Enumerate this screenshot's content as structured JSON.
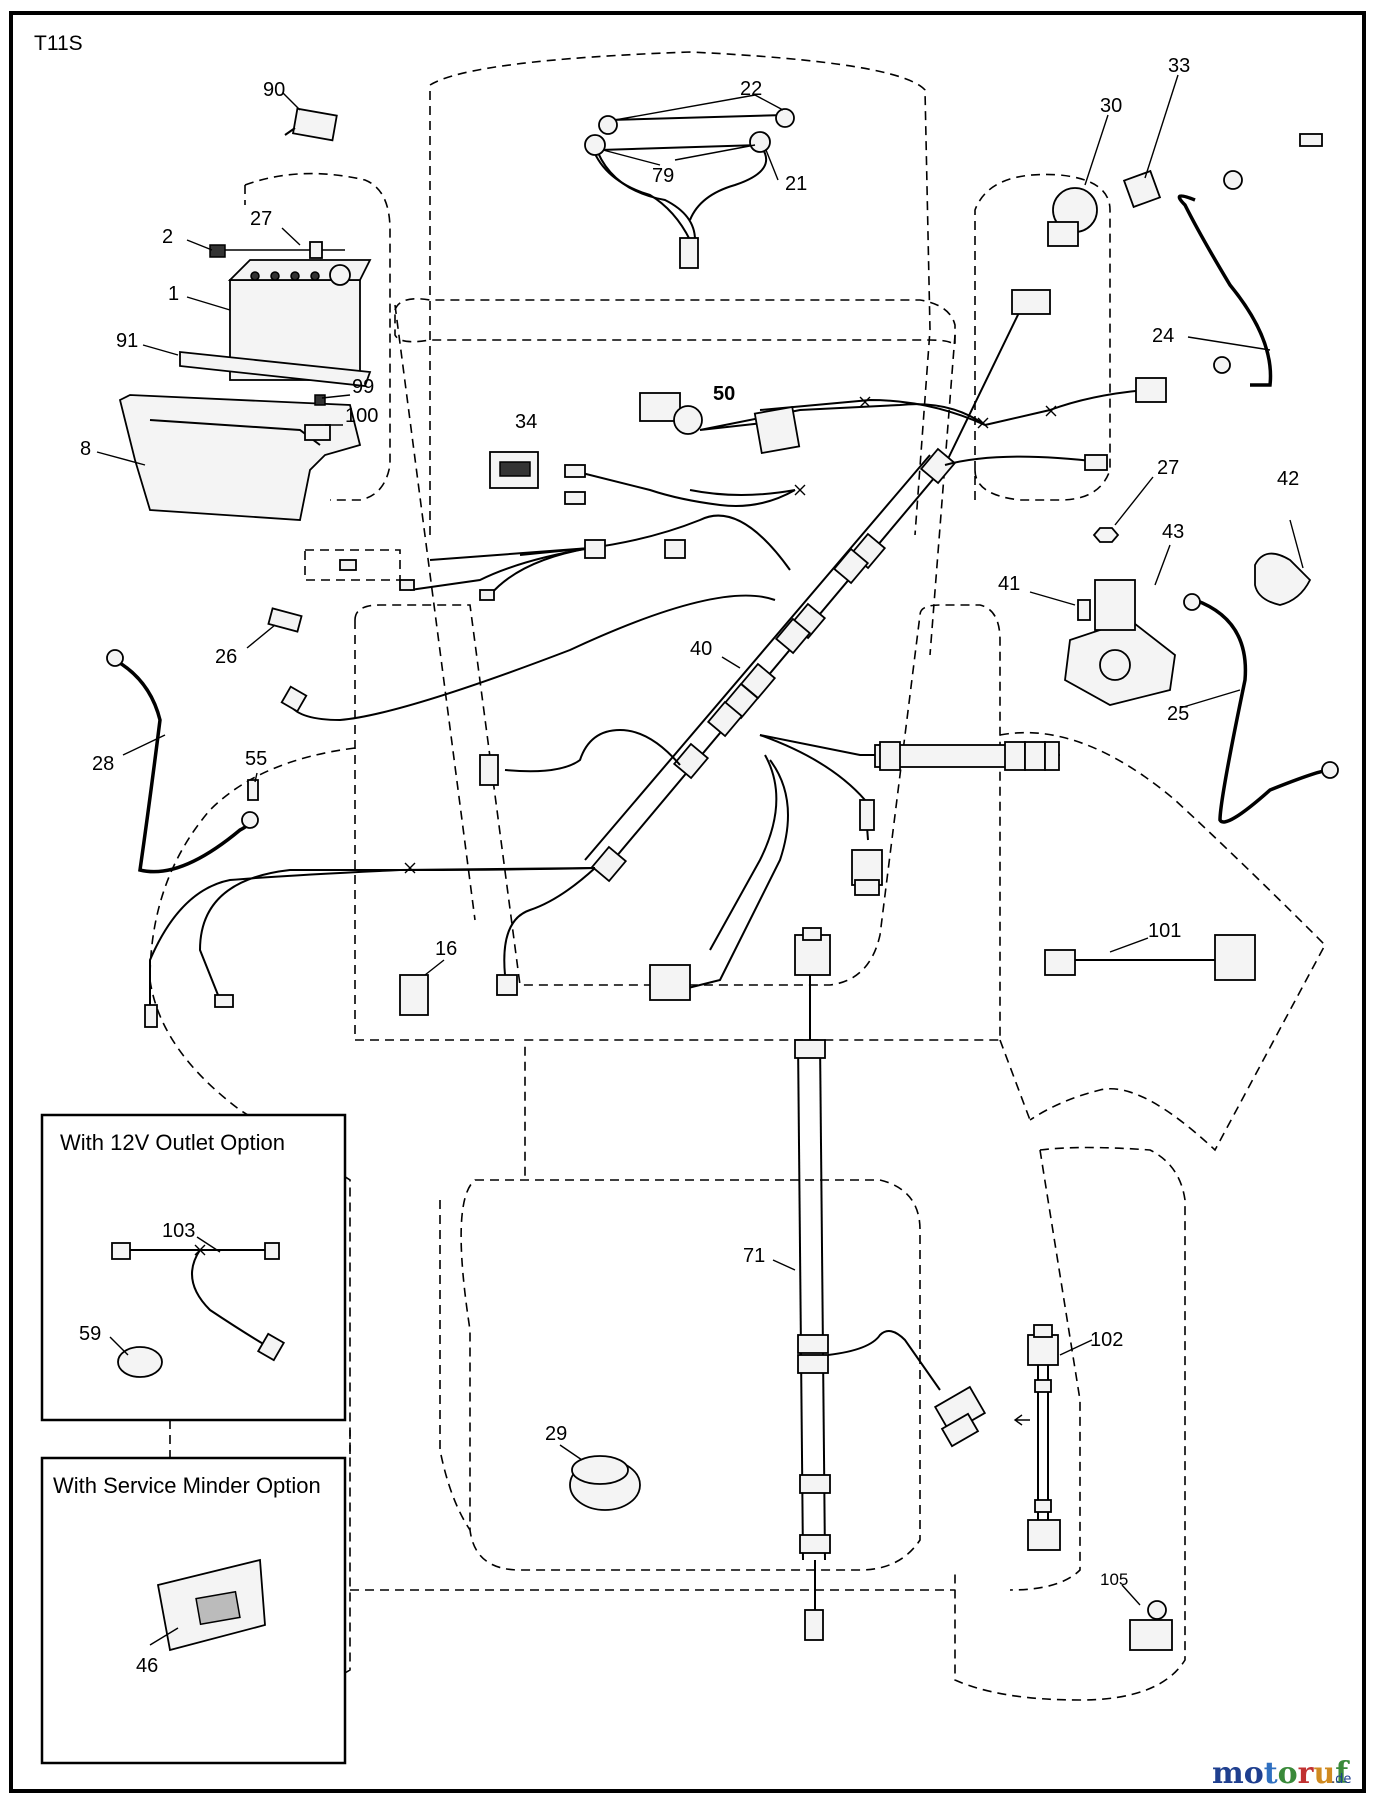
{
  "diagram": {
    "code": "T11S",
    "watermark": {
      "brand": "motoruf",
      "suffix": ".de",
      "colors": {
        "m": "#1f3f8f",
        "o1": "#1f3f8f",
        "t": "#2f6fc0",
        "o2": "#3a8a3a",
        "r": "#c03030",
        "u": "#d08a20",
        "f": "#3a8a3a"
      }
    },
    "callouts": [
      "90",
      "22",
      "79",
      "21",
      "30",
      "33",
      "27",
      "2",
      "1",
      "91",
      "99",
      "100",
      "8",
      "24",
      "50",
      "34",
      "27",
      "42",
      "43",
      "41",
      "26",
      "40",
      "25",
      "28",
      "55",
      "16",
      "101",
      "71",
      "102",
      "29",
      "105",
      "103",
      "59",
      "46"
    ],
    "options": [
      {
        "title": "With 12V Outlet Option"
      },
      {
        "title": "With Service Minder Option"
      }
    ]
  }
}
